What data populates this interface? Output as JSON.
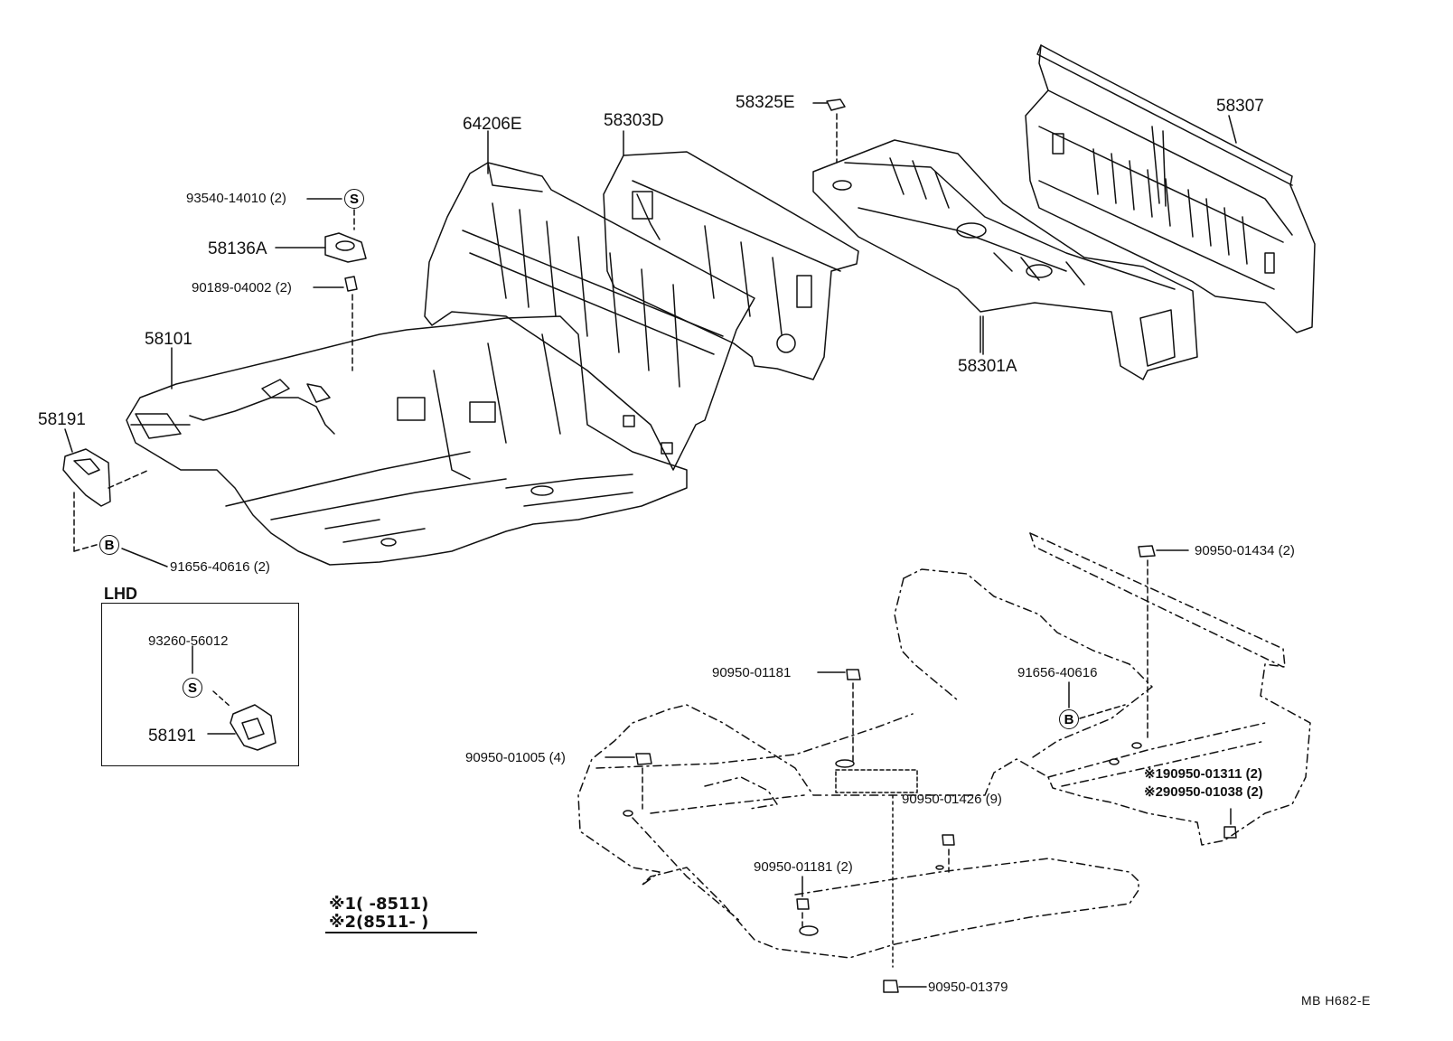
{
  "labels": {
    "p64206E": "64206E",
    "p58303D": "58303D",
    "p58325E": "58325E",
    "p58307": "58307",
    "p58301A": "58301A",
    "p93540": "93540-14010 (2)",
    "p58136A": "58136A",
    "p90189": "90189-04002 (2)",
    "p58101": "58101",
    "p58191": "58191",
    "p91656a": "91656-40616 (2)",
    "lhd_title": "LHD",
    "p93260": "93260-56012",
    "p58191b": "58191",
    "p90950_01434": "90950-01434 (2)",
    "p90950_01181a": "90950-01181",
    "p91656b": "91656-40616",
    "p90950_01005": "90950-01005 (4)",
    "p90950_01426": "90950-01426 (9)",
    "p90950_01311": "※190950-01311 (2)",
    "p90950_01038": "※290950-01038 (2)",
    "p90950_01181b": "90950-01181 (2)",
    "p90950_01379": "90950-01379",
    "note1": "※1(      -8511)",
    "note2": "※2(8511-      )",
    "code": "MB  H682-E"
  },
  "symbols": {
    "s": "S",
    "b": "B"
  }
}
